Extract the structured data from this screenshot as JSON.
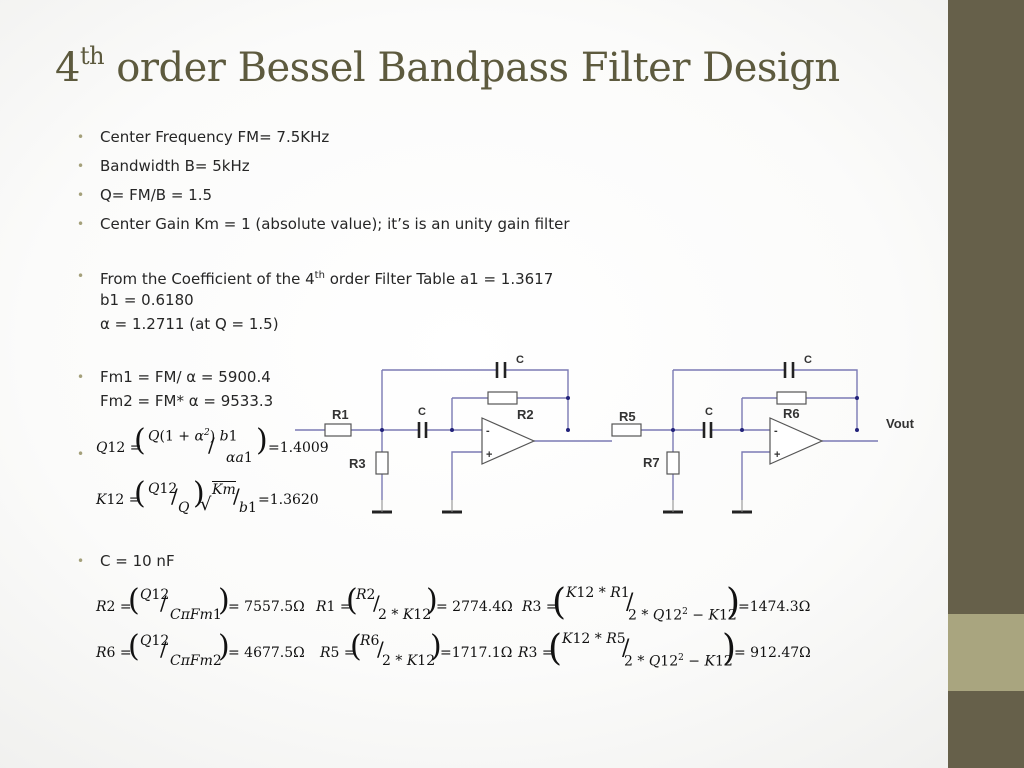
{
  "title": {
    "main": "4",
    "sup": "th",
    "rest": "order Bessel Bandpass Filter Design"
  },
  "bullets": {
    "b1": "Center Frequency FM= 7.5KHz",
    "b2": "Bandwidth B= 5kHz",
    "b3": "Q= FM/B = 1.5",
    "b4": "Center Gain Km = 1 (absolute value); it’s is an unity gain filter",
    "b5_pre": "From the Coefficient of the 4",
    "b5_sup": "th",
    "b5_post": "order Filter Table a1 = 1.3617",
    "b5_l2": "b1 = 0.6180",
    "b5_l3": "α = 1.2711 (at Q = 1.5)",
    "b6_l1": "Fm1 = FM/ α = 5900.4",
    "b6_l2": "Fm2 = FM* α = 9533.3",
    "b7": "C = 10 nF"
  },
  "equations": {
    "q12_result": "=1.4009",
    "k12_result": "=1.3620",
    "r2_result": "= 7557.5Ω",
    "r1_result": "= 2774.4Ω",
    "r3a_result": "=1474.3Ω",
    "r6_result": "= 4677.5Ω",
    "r5_result": "=1717.1Ω",
    "r3b_result": "= 912.47Ω"
  },
  "circuit": {
    "labels": [
      "R1",
      "C",
      "R2",
      "R3",
      "C",
      "C",
      "R5",
      "R6",
      "R7",
      "C",
      "Vout"
    ],
    "opamp_minus": "-",
    "opamp_plus": "+"
  },
  "colors": {
    "accent_dark": "#66604a",
    "accent_light": "#a9a57f",
    "title": "#5d5a3e",
    "wire": "#7b7ab4"
  }
}
